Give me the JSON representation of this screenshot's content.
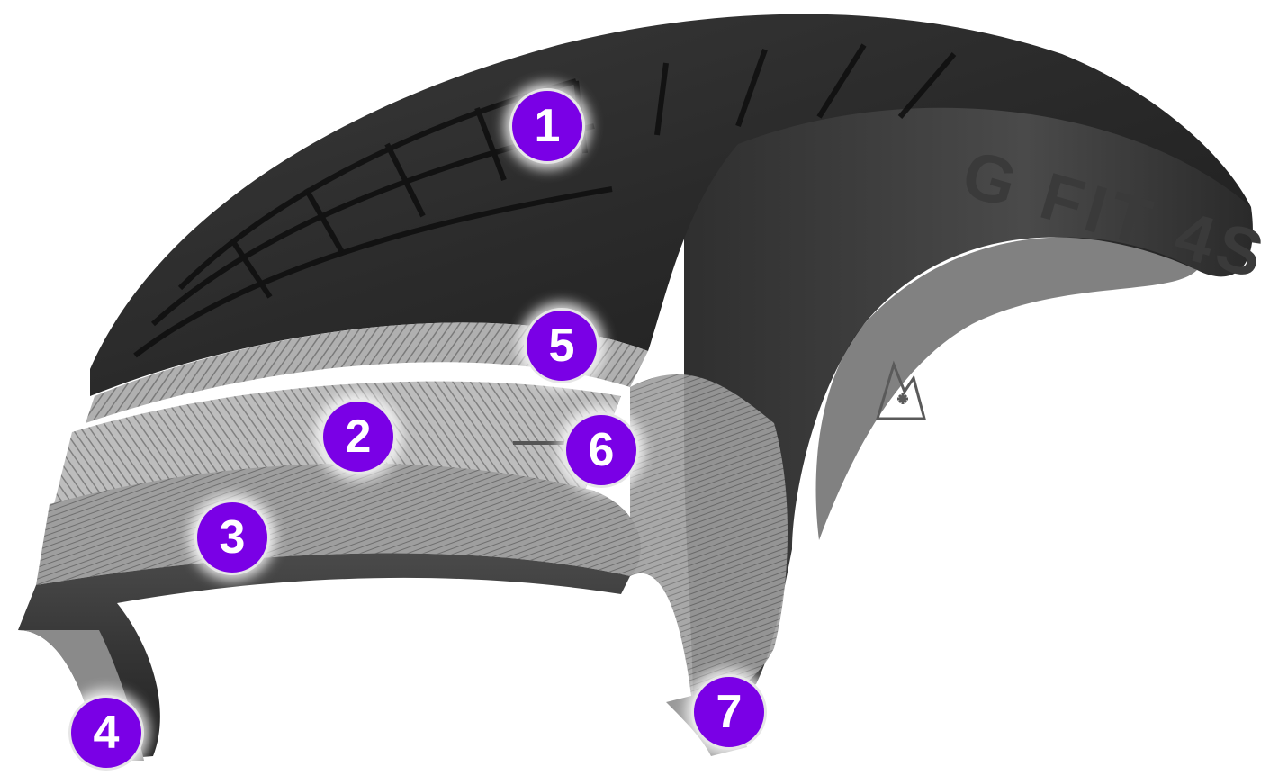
{
  "brand_text": "G FIT 4S",
  "markers": [
    {
      "id": "m1",
      "label": "1"
    },
    {
      "id": "m2",
      "label": "2"
    },
    {
      "id": "m3",
      "label": "3"
    },
    {
      "id": "m4",
      "label": "4"
    },
    {
      "id": "m5",
      "label": "5"
    },
    {
      "id": "m6",
      "label": "6"
    },
    {
      "id": "m7",
      "label": "7"
    }
  ],
  "colors": {
    "marker_fill": "#7a00e6",
    "marker_ring": "#e6e6e6",
    "tire_rubber": "#2b2b2b",
    "sidewall": "#3d3d3d",
    "ply_silver": "#b9b9b9"
  },
  "icons": [
    "snowflake-mountain-icon"
  ]
}
